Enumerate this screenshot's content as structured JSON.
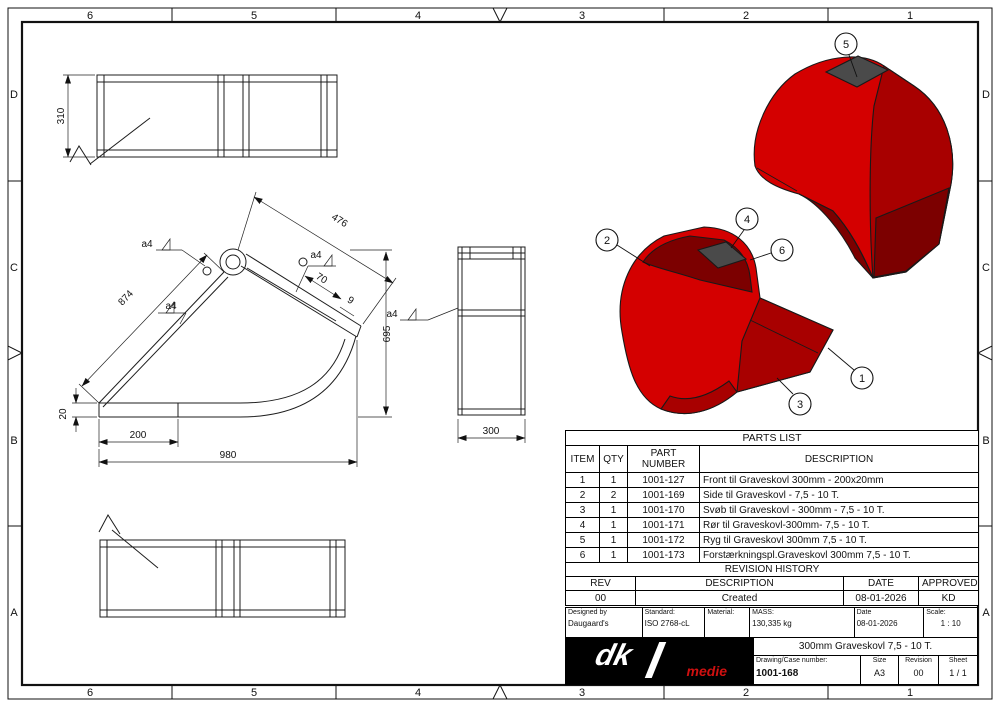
{
  "sheet": {
    "cols": [
      "6",
      "5",
      "4",
      "3",
      "2",
      "1"
    ],
    "rows": [
      "D",
      "C",
      "B",
      "A"
    ]
  },
  "dims": {
    "top_width": "310",
    "back_length": "874",
    "blade_length": "476",
    "lip_width": "70",
    "lip_thickness": "9",
    "height": "695",
    "plate_thickness": "20",
    "front_plate": "200",
    "total_length": "980",
    "front_width": "300",
    "weld": "a4"
  },
  "balloons": {
    "b1": "1",
    "b2": "2",
    "b3": "3",
    "b4": "4",
    "b5": "5",
    "b6": "6"
  },
  "parts_list": {
    "title": "PARTS LIST",
    "headers": {
      "item": "ITEM",
      "qty": "QTY",
      "part": "PART NUMBER",
      "desc": "DESCRIPTION"
    },
    "rows": [
      {
        "item": "1",
        "qty": "1",
        "part": "1001-127",
        "desc": "Front til Graveskovl 300mm - 200x20mm"
      },
      {
        "item": "2",
        "qty": "2",
        "part": "1001-169",
        "desc": "Side til Graveskovl - 7,5 - 10 T."
      },
      {
        "item": "3",
        "qty": "1",
        "part": "1001-170",
        "desc": "Svøb til Graveskovl - 300mm - 7,5 - 10 T."
      },
      {
        "item": "4",
        "qty": "1",
        "part": "1001-171",
        "desc": "Rør til Graveskovl-300mm- 7,5 - 10 T."
      },
      {
        "item": "5",
        "qty": "1",
        "part": "1001-172",
        "desc": "Ryg til Graveskovl 300mm 7,5 - 10 T."
      },
      {
        "item": "6",
        "qty": "1",
        "part": "1001-173",
        "desc": "Forstærkningspl.Graveskovl 300mm 7,5 - 10 T."
      }
    ]
  },
  "revision_history": {
    "title": "REVISION HISTORY",
    "headers": {
      "rev": "REV",
      "description": "DESCRIPTION",
      "date": "DATE",
      "approved": "APPROVED"
    },
    "rows": [
      {
        "rev": "00",
        "description": "Created",
        "date": "08-01-2026",
        "approved": "KD"
      }
    ]
  },
  "title_block": {
    "designed_label": "Designed by",
    "designed": "Daugaard's",
    "standard_label": "Standard:",
    "standard": "ISO 2768-cL",
    "material_label": "Material:",
    "mass_label": "MASS:",
    "mass": "130,335 kg",
    "date_label": "Date",
    "date": "08-01-2026",
    "scale_label": "Scale:",
    "scale": "1 : 10",
    "drawing_title": "300mm Graveskovl 7,5 - 10 T.",
    "case_label": "Drawing/Case number:",
    "case_number": "1001-168",
    "size_label": "Size",
    "size": "A3",
    "revision_label": "Revision",
    "revision": "00",
    "sheet_label": "Sheet",
    "sheet": "1 / 1",
    "logo_primary": "dk",
    "logo_secondary": "medie"
  },
  "colors": {
    "part_red": "#d40000",
    "part_red_dark": "#a80000",
    "part_red_deep": "#7c0000",
    "part_gray": "#4a4a4a",
    "logo_accent": "#cf1010"
  }
}
